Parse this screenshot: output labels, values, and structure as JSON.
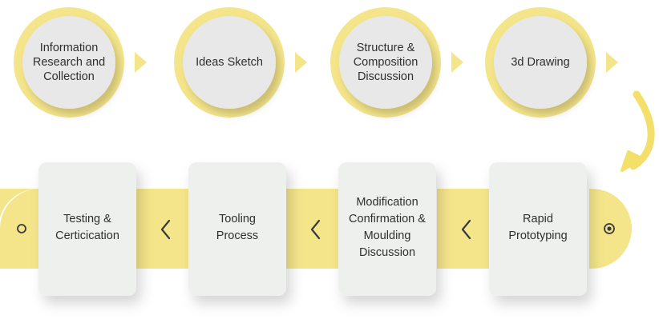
{
  "colors": {
    "accent": "#f5e58a",
    "arrow": "#f3df6a",
    "circle_fill": "#e8e8e8",
    "card_fill": "#eef0ee",
    "text": "#2f2f2f",
    "chevron": "#3a3a3a"
  },
  "top_steps": [
    {
      "label": "Information\nResearch and\nCollection"
    },
    {
      "label": "Ideas Sketch"
    },
    {
      "label": "Structure &\nComposition\nDiscussion"
    },
    {
      "label": "3d Drawing"
    }
  ],
  "bottom_steps": [
    {
      "label": "Rapid\nPrototyping"
    },
    {
      "label": "Modification\nConfirmation &\nMoulding\nDiscussion"
    },
    {
      "label": "Tooling\nProcess"
    },
    {
      "label": "Testing &\nCerticication"
    }
  ],
  "icons": {
    "end_marker_left": "hollow-circle-icon",
    "end_marker_right": "target-dot-icon",
    "flow_chevron": "chevron-left-icon",
    "connector_arrow": "curved-arrow-down-icon"
  }
}
